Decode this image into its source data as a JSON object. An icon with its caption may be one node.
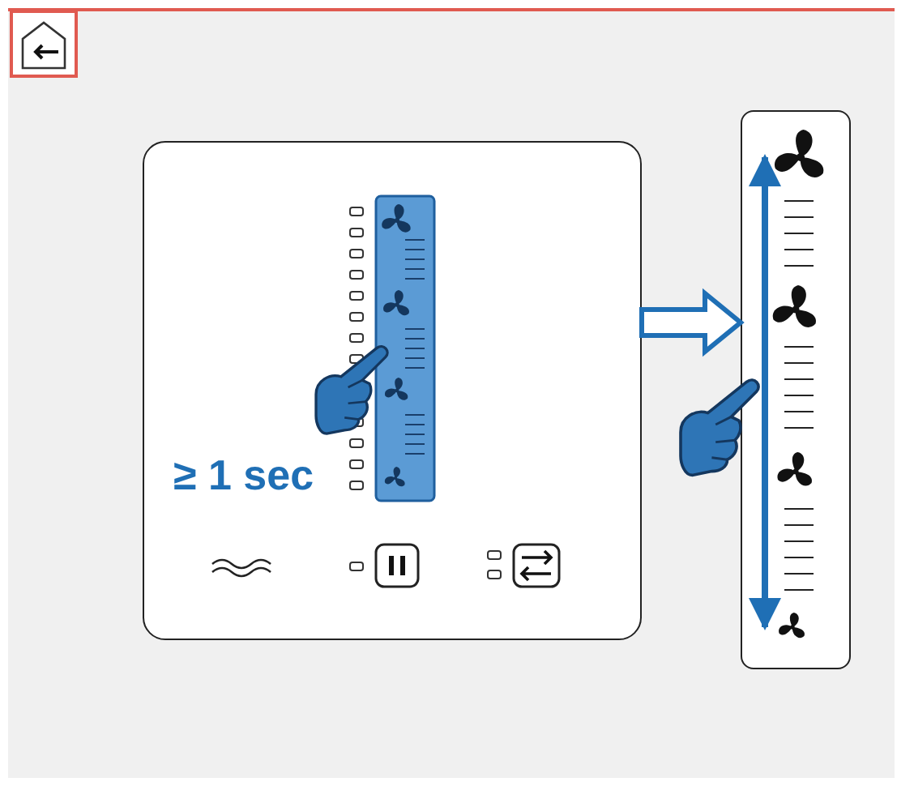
{
  "diagram": {
    "nodes": [
      {
        "text": [
          "≥ 1 sec"
        ]
      },
      {
        "text": [],
        "shape": "box"
      }
    ],
    "edges": [
      {
        "from": 0,
        "to": 1,
        "arrow": "to"
      }
    ]
  }
}
